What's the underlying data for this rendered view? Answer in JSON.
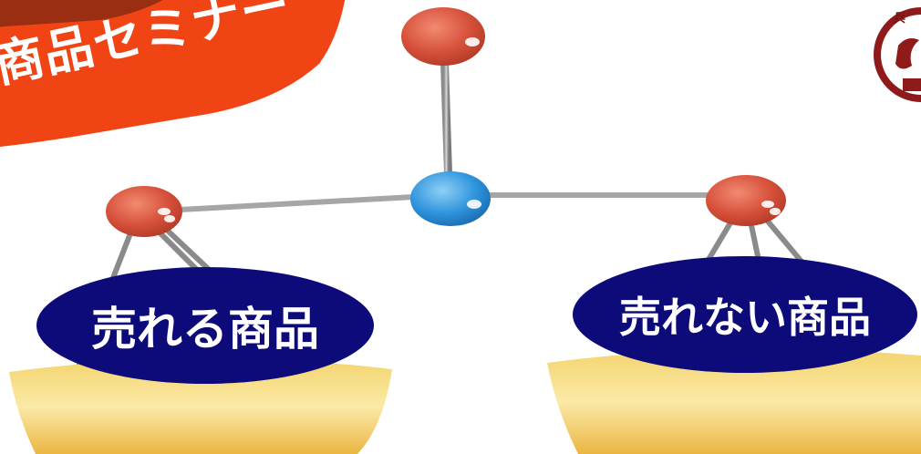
{
  "banner": {
    "text": "商品セミナー",
    "color": "#f04414"
  },
  "scale": {
    "left_pan_label": "売れる商品",
    "right_pan_label": "売れない商品",
    "label_color": "#0d0a7a",
    "ball_color_red": "#d8553e",
    "ball_color_blue": "#2f8fd6",
    "pan_color": "#f2c04a"
  },
  "seal": {
    "text": "兵",
    "color": "#8e1a1a"
  }
}
